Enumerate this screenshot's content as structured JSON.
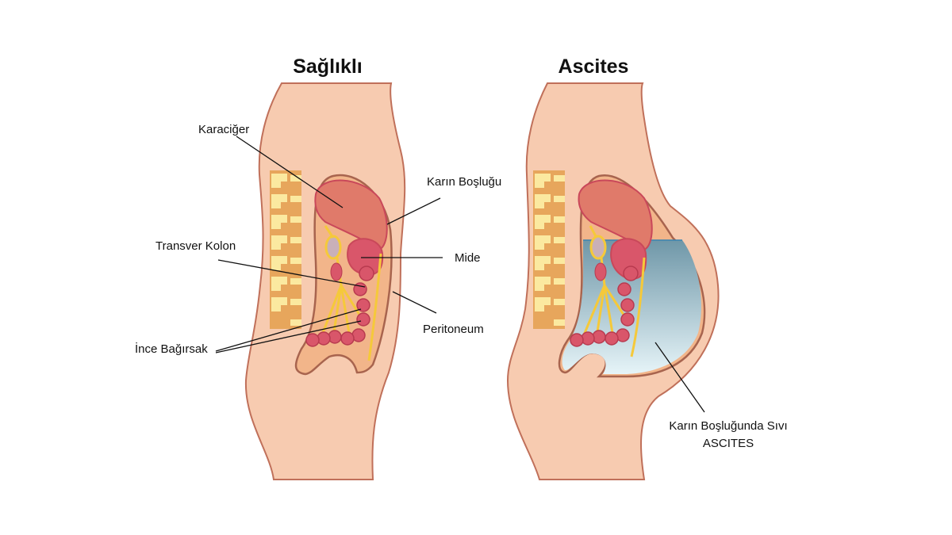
{
  "panels": {
    "healthy": {
      "title": "Sağlıklı",
      "labels": {
        "liver": "Karaciğer",
        "abdominal_cavity": "Karın Boşluğu",
        "transverse_colon": "Transver Kolon",
        "stomach": "Mide",
        "peritoneum": "Peritoneum",
        "small_intestine": "İnce Bağırsak"
      }
    },
    "ascites": {
      "title": "Ascites",
      "labels": {
        "fluid_line1": "Karın Boşluğunda Sıvı",
        "fluid_line2": "ASCITES"
      }
    }
  },
  "colors": {
    "skin": "#f7cbb0",
    "outline": "#c0705a",
    "cavity": "#f2b58a",
    "organ": "#d9566a",
    "liver": "#e07a6a",
    "fat": "#f5c93a",
    "fluid_top": "#6f97a8",
    "fluid_bottom": "#e4f3f8"
  }
}
